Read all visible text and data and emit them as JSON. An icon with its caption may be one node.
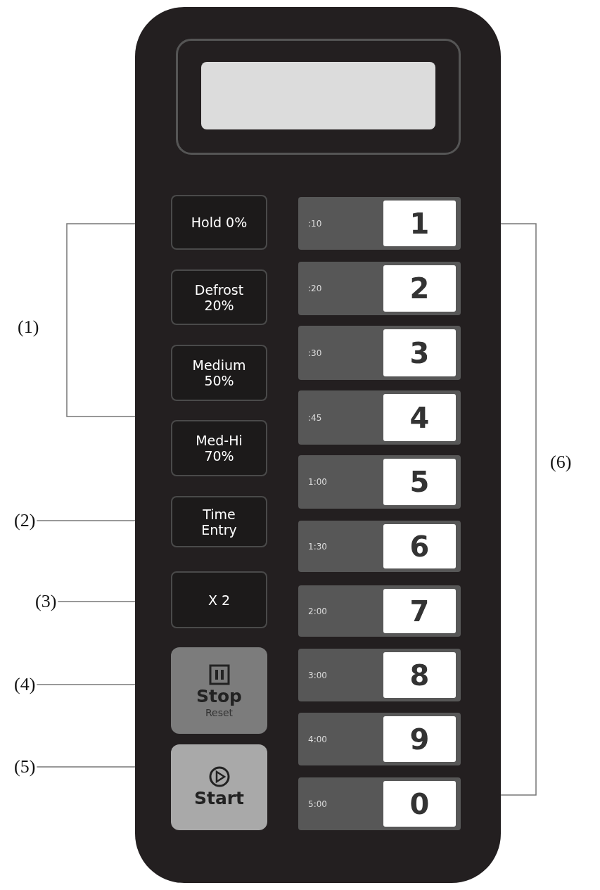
{
  "diagram": {
    "nodes": [
      {
        "text": [],
        "shape": "box"
      },
      {
        "text": [],
        "shape": "box",
        "in": 0
      },
      {
        "text": [
          "Hold 0%"
        ],
        "in": 0
      },
      {
        "text": [
          "Defrost 20%"
        ],
        "in": 0
      },
      {
        "text": [
          "Medium 50%"
        ],
        "in": 0
      },
      {
        "text": [
          "Med-Hi 70%"
        ],
        "in": 0
      },
      {
        "text": [
          "Time Entry"
        ],
        "in": 0
      },
      {
        "text": [
          "X 2"
        ],
        "in": 0
      },
      {
        "text": [
          "Stop",
          "Reset"
        ],
        "in": 0
      },
      {
        "text": [
          "Start"
        ],
        "in": 0
      },
      {
        "text": [
          ":10",
          "1"
        ],
        "in": 0
      },
      {
        "text": [
          ":20",
          "2"
        ],
        "in": 0
      },
      {
        "text": [
          ":30",
          "3"
        ],
        "in": 0
      },
      {
        "text": [
          ":45",
          "4"
        ],
        "in": 0
      },
      {
        "text": [
          "1:00",
          "5"
        ],
        "in": 0
      },
      {
        "text": [
          "1:30",
          "6"
        ],
        "in": 0
      },
      {
        "text": [
          "2:00",
          "7"
        ],
        "in": 0
      },
      {
        "text": [
          "3:00",
          "8"
        ],
        "in": 0
      },
      {
        "text": [
          "4:00",
          "9"
        ],
        "in": 0
      },
      {
        "text": [
          "5:00",
          "0"
        ],
        "in": 0
      },
      {
        "text": [
          "(2)"
        ]
      },
      {
        "text": [
          "(3)"
        ]
      },
      {
        "text": [
          "(4)"
        ]
      },
      {
        "text": [
          "(5)"
        ]
      }
    ],
    "edges": [
      {
        "from": 20,
        "to": 6,
        "arrow": "none"
      },
      {
        "from": 21,
        "to": 7,
        "arrow": "none"
      },
      {
        "from": 22,
        "to": 8,
        "arrow": "none"
      },
      {
        "from": 23,
        "to": 9,
        "arrow": "none"
      }
    ],
    "labels": [
      "(1)",
      "(6)"
    ]
  }
}
